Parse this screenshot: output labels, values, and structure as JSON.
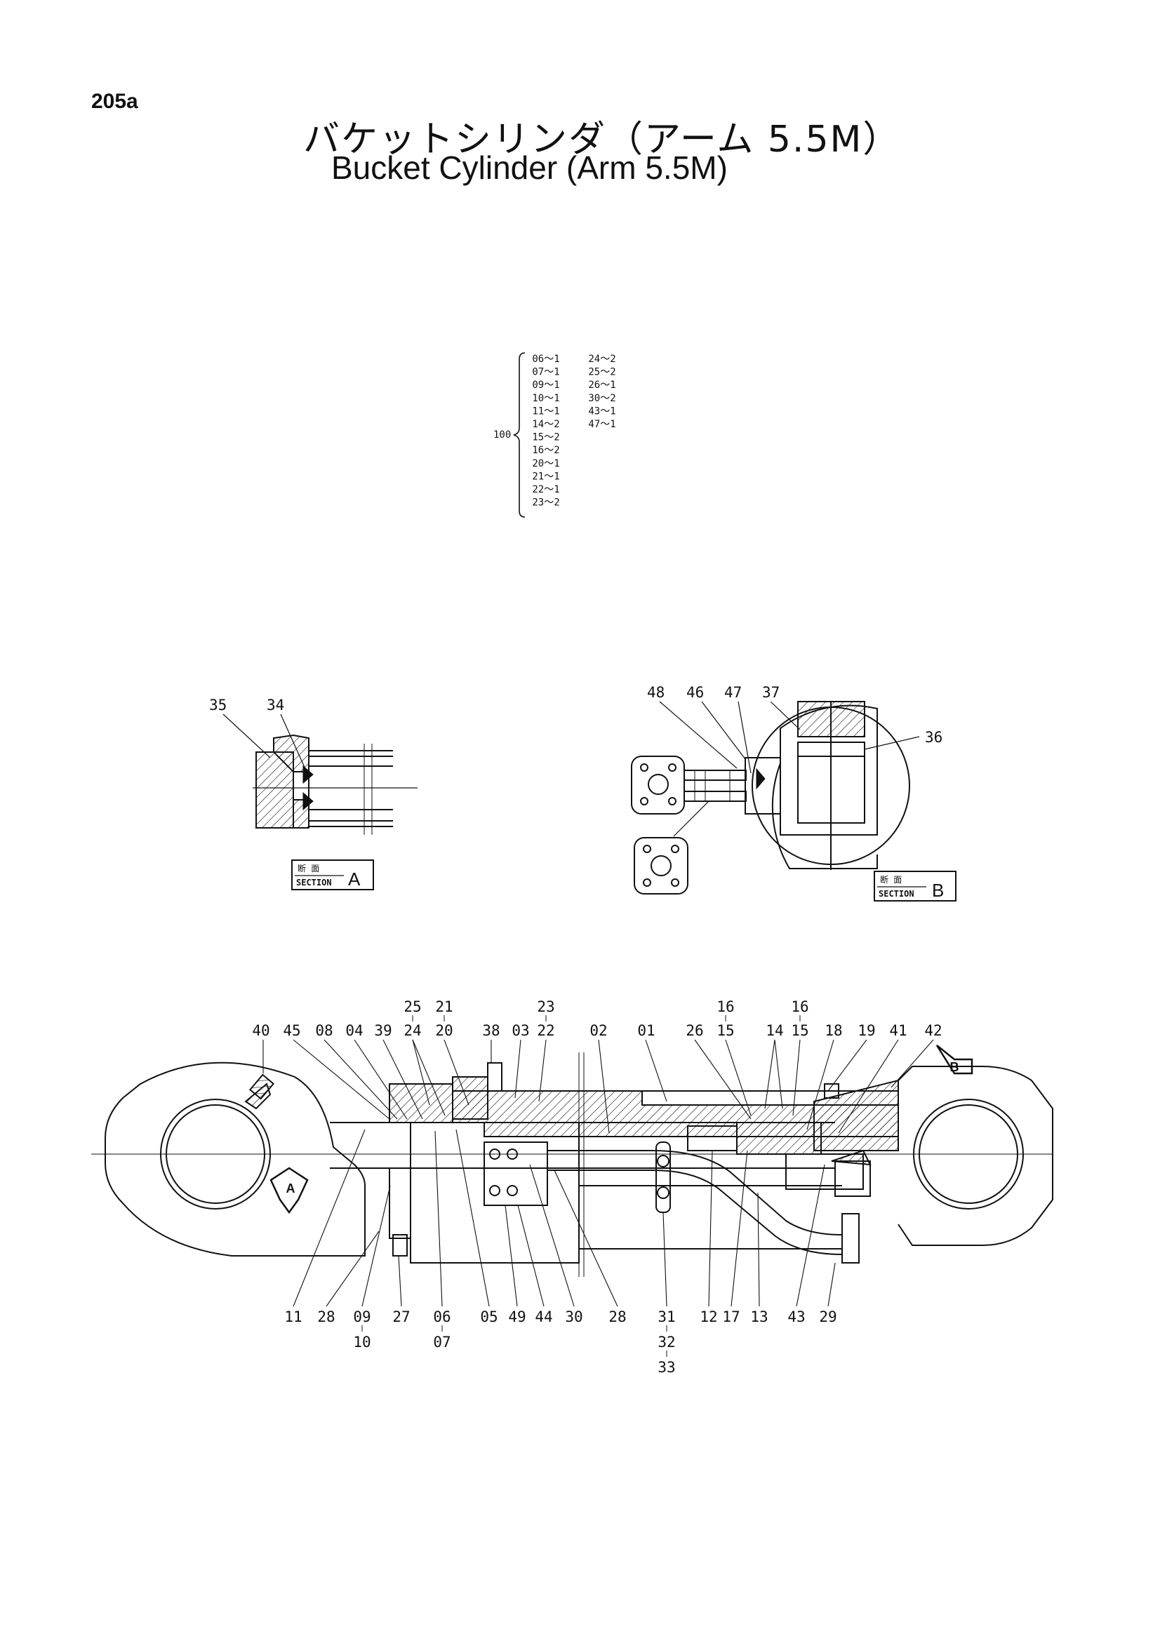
{
  "page_id": "205a",
  "title_ja": "バケットシリンダ（アーム 5.5M）",
  "title_en": "Bucket Cylinder (Arm 5.5M)",
  "kit": {
    "number": "100",
    "left": [
      "06～1",
      "07～1",
      "09～1",
      "10～1",
      "11～1",
      "14～2",
      "15～2",
      "16～2",
      "20～1",
      "21～1",
      "22～1",
      "23～2"
    ],
    "right": [
      "24～2",
      "25～2",
      "26～1",
      "30～2",
      "43～1",
      "47～1"
    ]
  },
  "section_a": {
    "kanji": "断 面",
    "word": "SECTION",
    "letter": "A",
    "callouts": [
      "35",
      "34"
    ]
  },
  "section_b": {
    "kanji": "断 面",
    "word": "SECTION",
    "letter": "B",
    "callouts": [
      "48",
      "46",
      "47",
      "37",
      "36"
    ]
  },
  "main_top": [
    {
      "id": "40"
    },
    {
      "id": "45"
    },
    {
      "id": "08"
    },
    {
      "id": "04"
    },
    {
      "id": "39"
    },
    {
      "id": "24",
      "sub": "25"
    },
    {
      "id": "20",
      "sub": "21"
    },
    {
      "id": "38"
    },
    {
      "id": "03"
    },
    {
      "id": "22",
      "sub": "23"
    },
    {
      "id": "02"
    },
    {
      "id": "01"
    },
    {
      "id": "26"
    },
    {
      "id": "15",
      "sub": "16"
    },
    {
      "id": "14"
    },
    {
      "id": "15",
      "sub": "16"
    },
    {
      "id": "18"
    },
    {
      "id": "19"
    },
    {
      "id": "41"
    },
    {
      "id": "42"
    }
  ],
  "main_bottom": [
    {
      "id": "11"
    },
    {
      "id": "28"
    },
    {
      "id": "09",
      "sub": "10"
    },
    {
      "id": "27"
    },
    {
      "id": "06",
      "sub": "07"
    },
    {
      "id": "05"
    },
    {
      "id": "49"
    },
    {
      "id": "44"
    },
    {
      "id": "30"
    },
    {
      "id": "28"
    },
    {
      "id": "31",
      "sub": "32",
      "sub2": "33"
    },
    {
      "id": "12"
    },
    {
      "id": "17"
    },
    {
      "id": "13"
    },
    {
      "id": "43"
    },
    {
      "id": "29"
    }
  ],
  "view_markers": [
    "A",
    "B"
  ]
}
